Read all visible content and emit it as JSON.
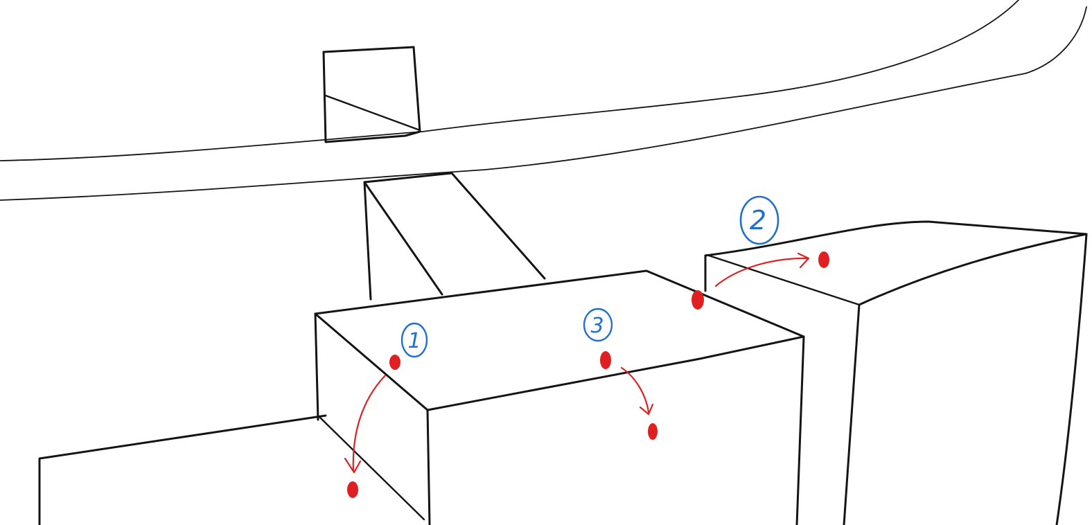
{
  "colors": {
    "ink": "#141414",
    "point": "#e02020",
    "marker": "#1f6fd0",
    "background": "#ffffff"
  },
  "markers": [
    {
      "id": "marker-1",
      "label": "1"
    },
    {
      "id": "marker-2",
      "label": "2"
    },
    {
      "id": "marker-3",
      "label": "3"
    }
  ]
}
